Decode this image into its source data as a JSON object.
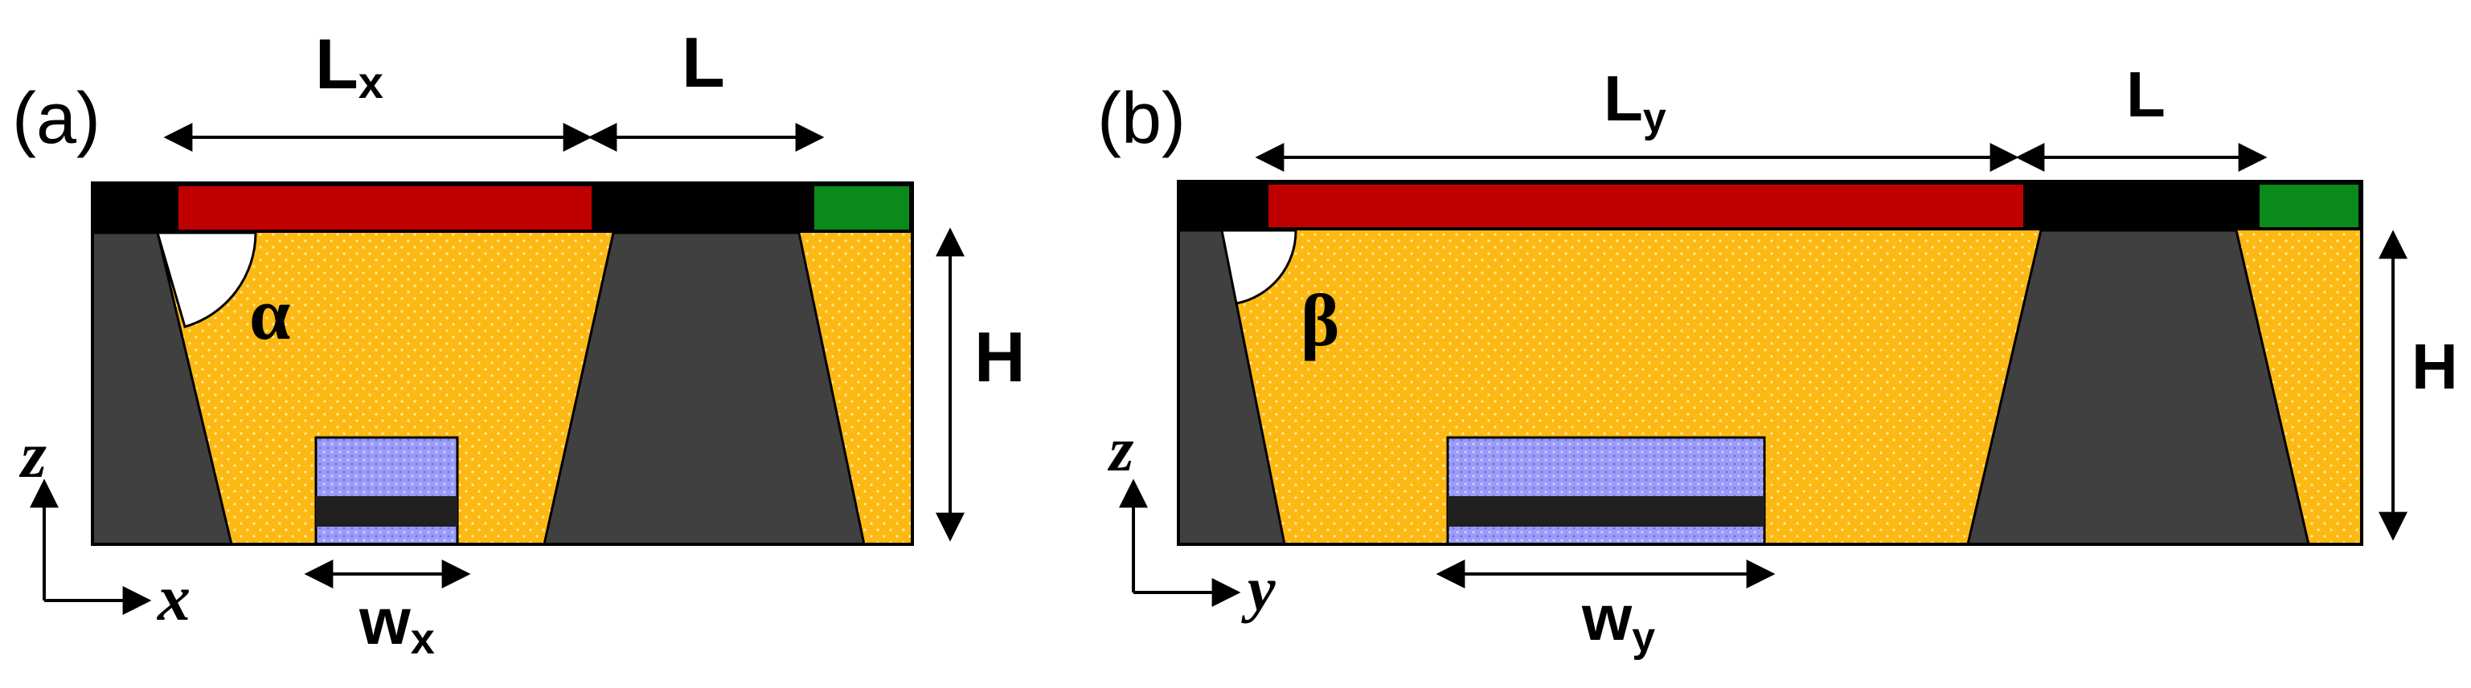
{
  "colors": {
    "gold": "#FDB913",
    "gold_dot": "#FFE9A6",
    "dark_gray": "#404040",
    "black": "#000000",
    "red": "#C00000",
    "green": "#0A8A1A",
    "blue": "#9A9CF6",
    "blue_dark": "#6C6FE8",
    "white": "#FFFFFF"
  },
  "panel_a": {
    "label": "(a)",
    "width_label": "L",
    "width_sub": "x",
    "gap_label": "L",
    "height_label": "H",
    "bottom_label": "w",
    "bottom_sub": "x",
    "angle_label": "α",
    "axis_vertical": "z",
    "axis_horizontal": "x"
  },
  "panel_b": {
    "label": "(b)",
    "width_label": "L",
    "width_sub": "y",
    "gap_label": "L",
    "height_label": "H",
    "bottom_label": "w",
    "bottom_sub": "y",
    "angle_label": "β",
    "axis_vertical": "z",
    "axis_horizontal": "y"
  }
}
